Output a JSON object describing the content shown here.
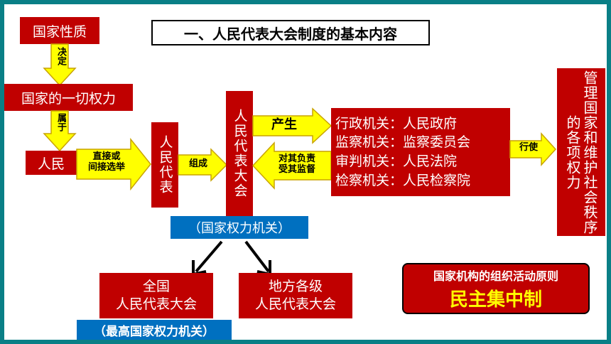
{
  "title": "一、人民代表大会制度的基本内容",
  "nodes": {
    "nature": "国家性质",
    "all_power": "国家的一切权力",
    "people": "人民",
    "deputies": "人民代表",
    "npc": "人民代表大会",
    "npc_role": "（国家权力机关）",
    "national_npc_1": "全国",
    "national_npc_2": "人民代表大会",
    "national_npc_role": "（最高国家权力机关）",
    "local_npc_1": "地方各级",
    "local_npc_2": "人民代表大会",
    "organs": [
      "行政机关：人民政府",
      "监察机关：监察委员会",
      "审判机关：人民法院",
      "检察机关：人民检察院"
    ],
    "manage": "管理国家和维护社会秩序的各项权力"
  },
  "edges": {
    "decides": "决定",
    "belongs": "属于",
    "elect_1": "直接或",
    "elect_2": "间接选举",
    "compose": "组成",
    "produce": "产生",
    "responsible_1": "对其负责",
    "responsible_2": "受其监督",
    "exercise": "行使"
  },
  "principle": {
    "heading": "国家机构的组织活动原则",
    "name": "民主集中制"
  },
  "colors": {
    "red": "#c00000",
    "yellow": "#ffff00",
    "blue": "#0070c0",
    "border": "#0a7f86"
  }
}
